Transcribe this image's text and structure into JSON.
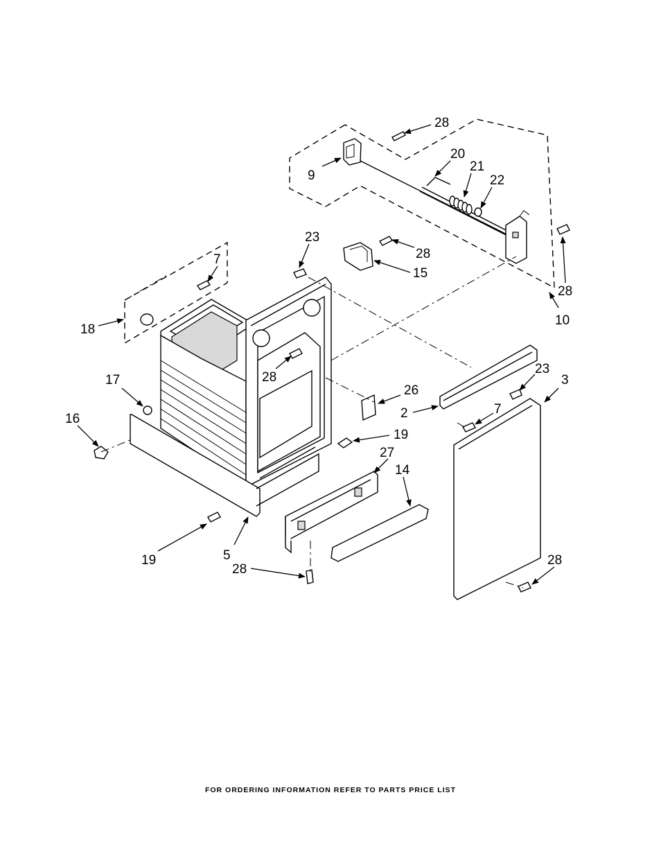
{
  "footer": "FOR ORDERING INFORMATION REFER TO PARTS PRICE LIST",
  "callouts": [
    {
      "id": "28-top",
      "label": "28"
    },
    {
      "id": "9",
      "label": "9"
    },
    {
      "id": "20",
      "label": "20"
    },
    {
      "id": "21",
      "label": "21"
    },
    {
      "id": "22",
      "label": "22"
    },
    {
      "id": "23-top",
      "label": "23"
    },
    {
      "id": "28-bracket",
      "label": "28"
    },
    {
      "id": "15",
      "label": "15"
    },
    {
      "id": "28-right",
      "label": "28"
    },
    {
      "id": "10",
      "label": "10"
    },
    {
      "id": "7-left",
      "label": "7"
    },
    {
      "id": "18",
      "label": "18"
    },
    {
      "id": "28-cabinet",
      "label": "28"
    },
    {
      "id": "23-right",
      "label": "23"
    },
    {
      "id": "3",
      "label": "3"
    },
    {
      "id": "17",
      "label": "17"
    },
    {
      "id": "26",
      "label": "26"
    },
    {
      "id": "2",
      "label": "2"
    },
    {
      "id": "7-right",
      "label": "7"
    },
    {
      "id": "16",
      "label": "16"
    },
    {
      "id": "19-mid",
      "label": "19"
    },
    {
      "id": "27",
      "label": "27"
    },
    {
      "id": "14",
      "label": "14"
    },
    {
      "id": "19-low",
      "label": "19"
    },
    {
      "id": "5",
      "label": "5"
    },
    {
      "id": "28-bottom",
      "label": "28"
    },
    {
      "id": "28-door",
      "label": "28"
    }
  ]
}
